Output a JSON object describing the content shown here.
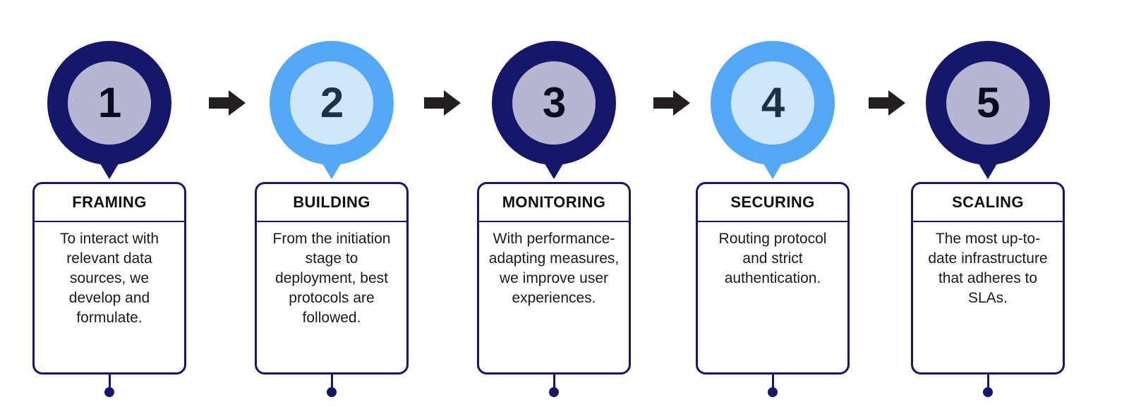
{
  "diagram": {
    "type": "horizontal-process-flow",
    "step_count": 5,
    "colors": {
      "navy_ring": "#16166b",
      "navy_inner": "#b6b6d2",
      "navy_number": "#0d0a1e",
      "blue_ring": "#54a8f7",
      "blue_inner": "#cfe6fb",
      "blue_number": "#1d3344",
      "card_border": "#16166b",
      "card_background": "#ffffff",
      "title_text": "#111111",
      "body_text": "#1a1a1a",
      "arrow": "#231f20",
      "page_background": "#ffffff"
    }
  },
  "steps": [
    {
      "number": "1",
      "title": "FRAMING",
      "description": "To interact with relevant data sources, we develop and formulate.",
      "theme": "navy"
    },
    {
      "number": "2",
      "title": "BUILDING",
      "description": "From the initiation stage to deployment, best protocols are followed.",
      "theme": "blue"
    },
    {
      "number": "3",
      "title": "MONITORING",
      "description": "With performance-adapting measures, we improve user experiences.",
      "theme": "navy"
    },
    {
      "number": "4",
      "title": "SECURING",
      "description": "Routing protocol and strict authentication.",
      "theme": "blue"
    },
    {
      "number": "5",
      "title": "SCALING",
      "description": "The most up-to-date infrastructure that adheres to SLAs.",
      "theme": "navy"
    }
  ],
  "connectors": [
    {
      "icon": "arrow-right-icon",
      "from": "1",
      "to": "2"
    },
    {
      "icon": "arrow-right-icon",
      "from": "2",
      "to": "3"
    },
    {
      "icon": "arrow-right-icon",
      "from": "3",
      "to": "4"
    },
    {
      "icon": "arrow-right-icon",
      "from": "4",
      "to": "5"
    }
  ]
}
